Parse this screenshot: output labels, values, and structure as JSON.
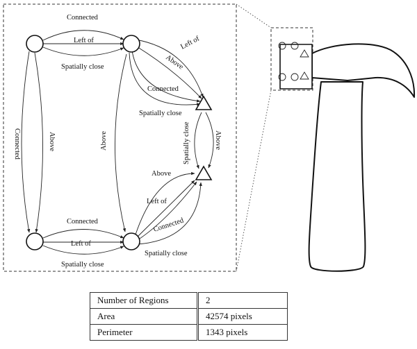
{
  "graph": {
    "edge_labels": {
      "top_connected": "Connected",
      "top_left_of": "Left of",
      "top_spatially_close": "Spatially close",
      "tr_left_of": "Left of",
      "tr_above": "Above",
      "tr_connected": "Connected",
      "tr_spatially_close": "Spatially close",
      "left_connected": "Connected",
      "left_above": "Above",
      "mid_above": "Above",
      "tri_spatially_close": "Spatially close",
      "tri_above": "Above",
      "br_above": "Above",
      "br_left_of": "Left of",
      "br_connected": "Connected",
      "br_spatially_close": "Spatially close",
      "bottom_connected": "Connected",
      "bottom_left_of": "Left of",
      "bottom_spatially_close": "Spatially close"
    }
  },
  "table": {
    "rows": [
      {
        "label": "Number of Regions",
        "value": "2"
      },
      {
        "label": "Area",
        "value": "42574 pixels"
      },
      {
        "label": "Perimeter",
        "value": "1343 pixels"
      }
    ]
  }
}
